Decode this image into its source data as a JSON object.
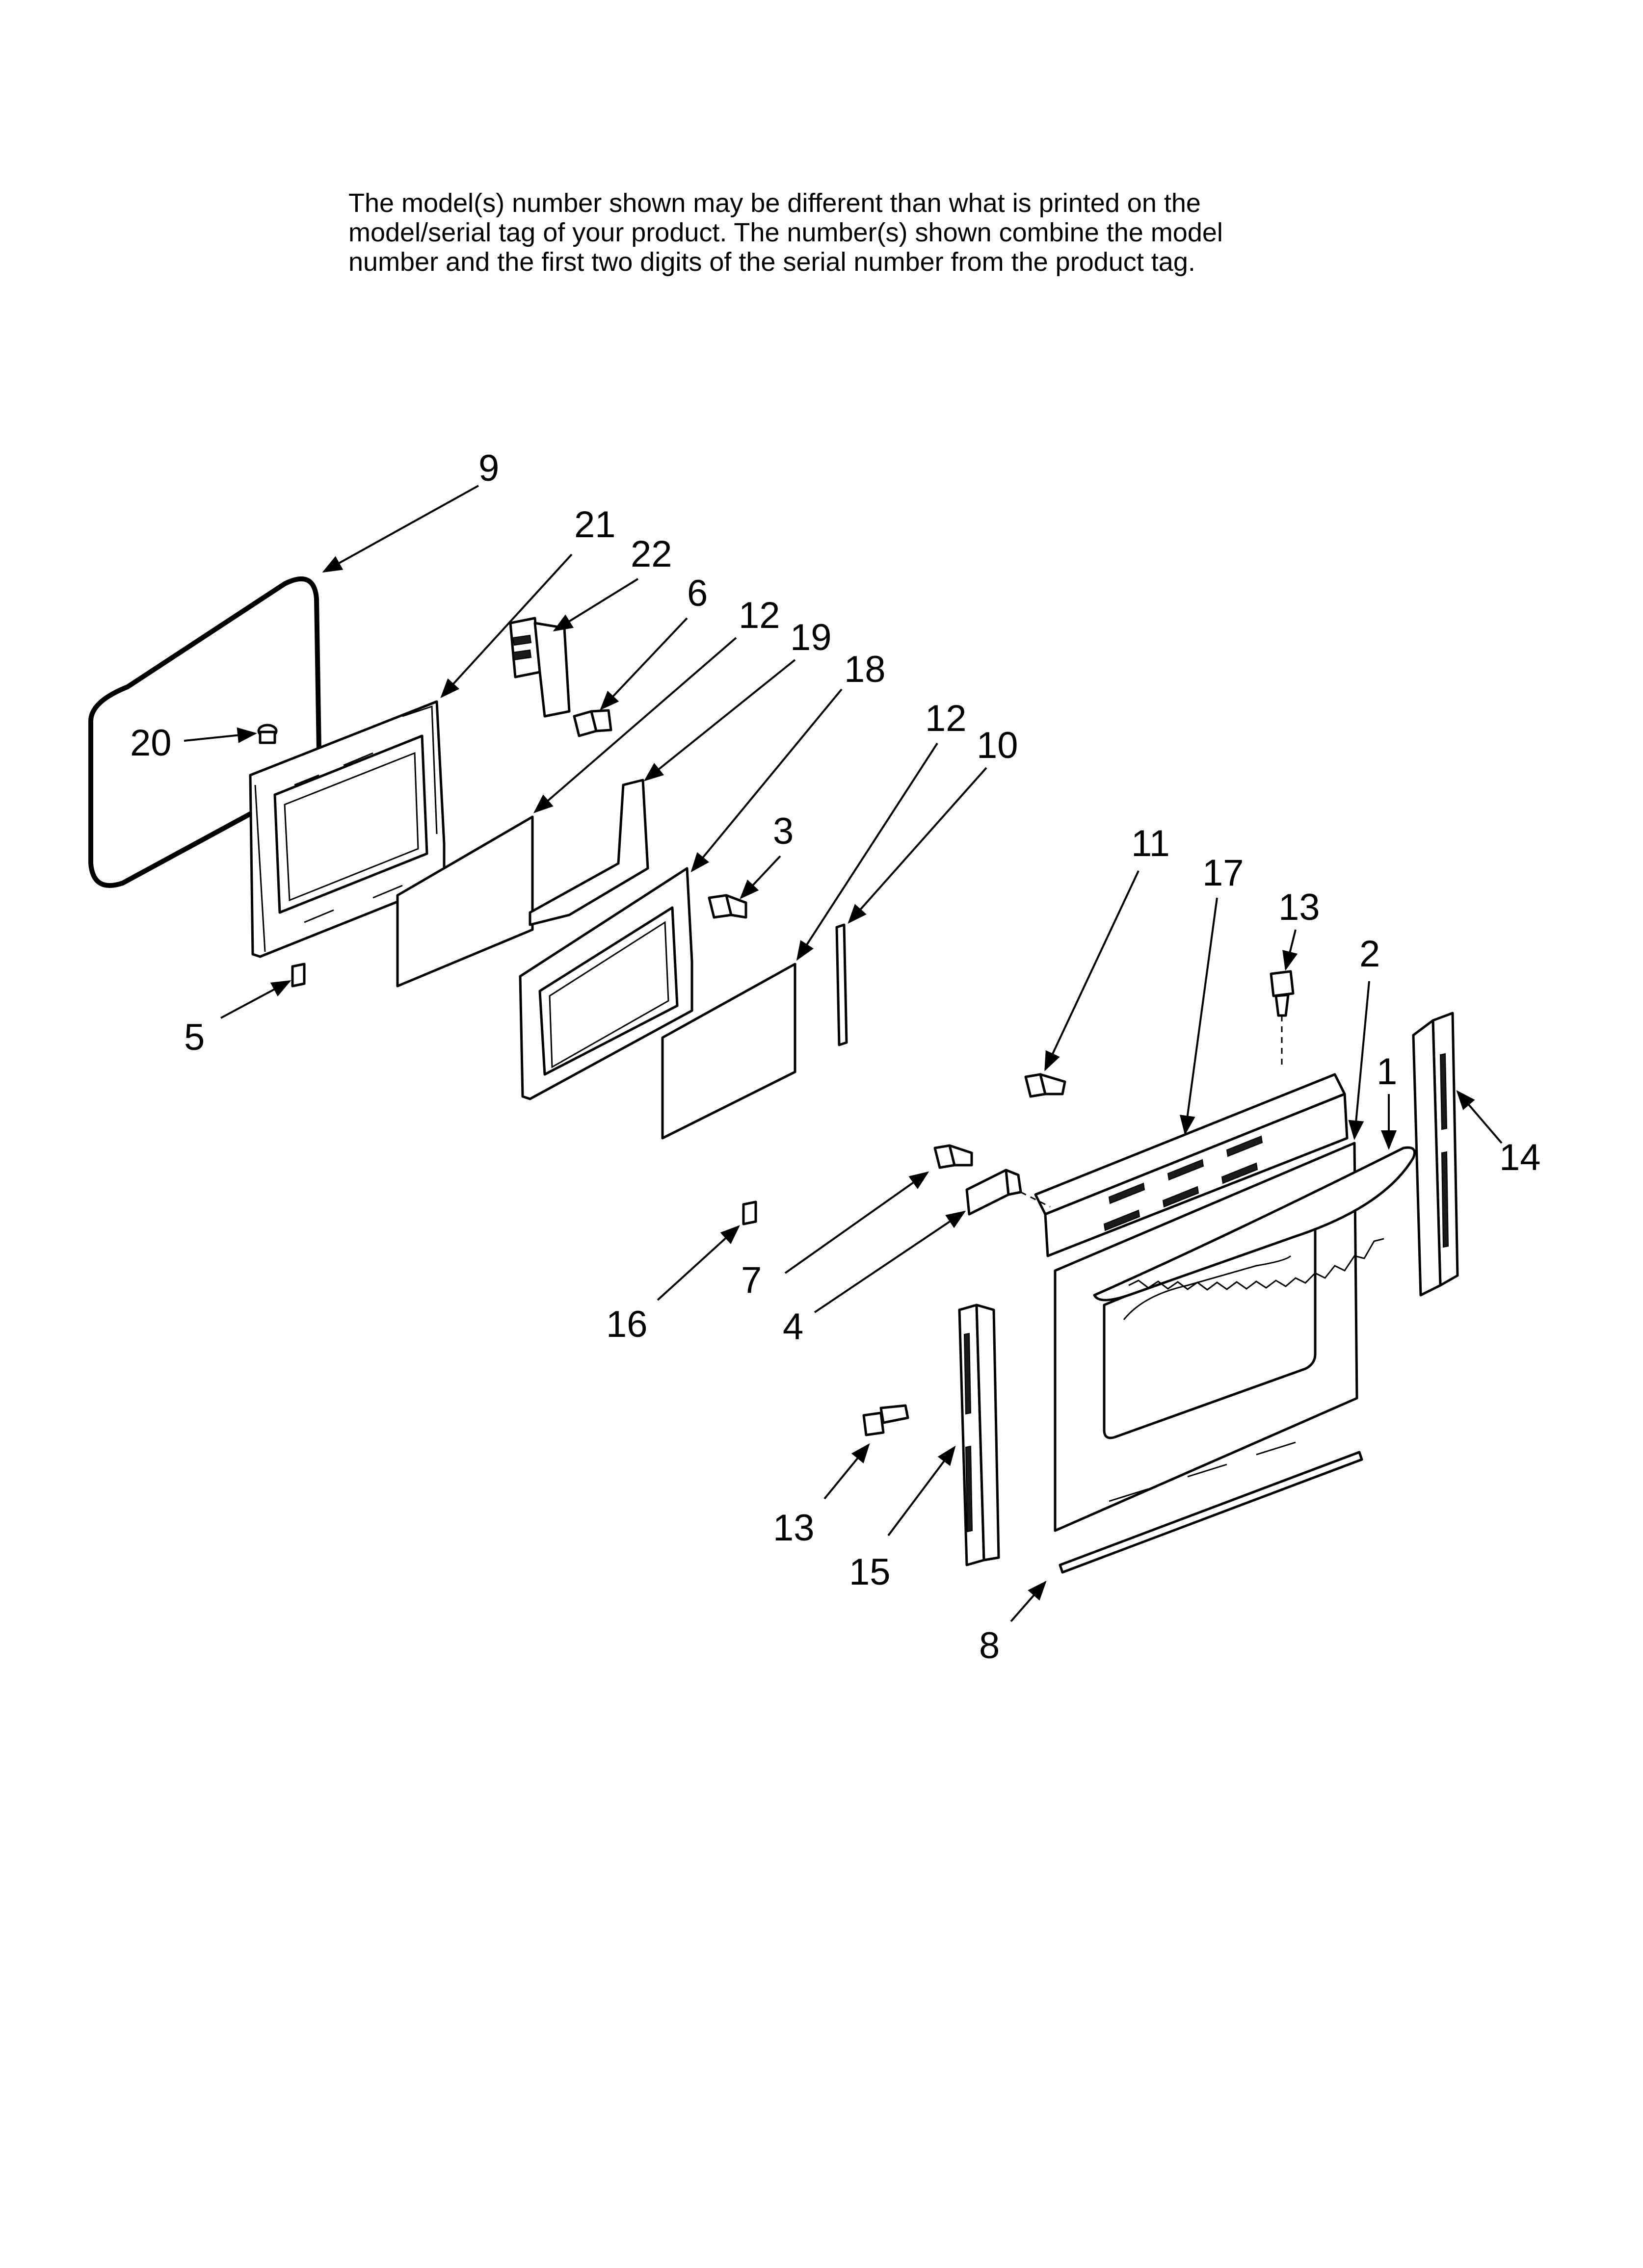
{
  "note": {
    "lines": [
      "The model(s) number shown may be different than what is printed on the",
      "model/serial tag of your product. The number(s) shown combine the model",
      "number and the first two digits of the serial number from the product tag."
    ]
  },
  "callouts": [
    {
      "id": "9",
      "label": "9"
    },
    {
      "id": "21",
      "label": "21"
    },
    {
      "id": "22",
      "label": "22"
    },
    {
      "id": "6",
      "label": "6"
    },
    {
      "id": "12a",
      "label": "12"
    },
    {
      "id": "19",
      "label": "19"
    },
    {
      "id": "18",
      "label": "18"
    },
    {
      "id": "12b",
      "label": "12"
    },
    {
      "id": "10",
      "label": "10"
    },
    {
      "id": "20",
      "label": "20"
    },
    {
      "id": "3",
      "label": "3"
    },
    {
      "id": "11",
      "label": "11"
    },
    {
      "id": "17",
      "label": "17"
    },
    {
      "id": "13a",
      "label": "13"
    },
    {
      "id": "2",
      "label": "2"
    },
    {
      "id": "1",
      "label": "1"
    },
    {
      "id": "14",
      "label": "14"
    },
    {
      "id": "5",
      "label": "5"
    },
    {
      "id": "7",
      "label": "7"
    },
    {
      "id": "4",
      "label": "4"
    },
    {
      "id": "16",
      "label": "16"
    },
    {
      "id": "13b",
      "label": "13"
    },
    {
      "id": "15",
      "label": "15"
    },
    {
      "id": "8",
      "label": "8"
    }
  ]
}
